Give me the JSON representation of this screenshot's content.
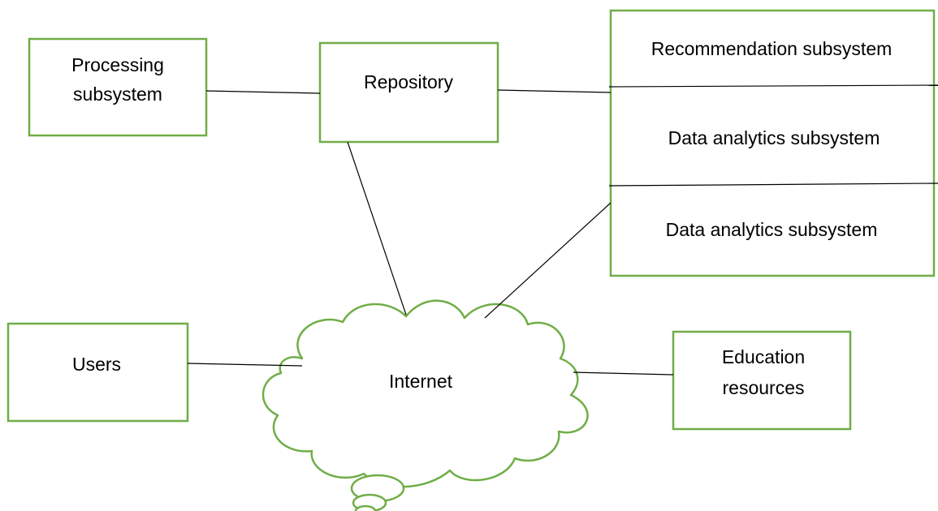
{
  "colors": {
    "box_border": "#70ad47",
    "connector": "#000000",
    "background": "#ffffff"
  },
  "nodes": {
    "processing": {
      "line1": "Processing",
      "line2": "subsystem"
    },
    "repository": {
      "label": "Repository"
    },
    "subsystems": {
      "recommendation": "Recommendation subsystem",
      "analytics_1": "Data analytics subsystem",
      "analytics_2": "Data analytics subsystem"
    },
    "users": {
      "label": "Users"
    },
    "internet": {
      "label": "Internet"
    },
    "education": {
      "line1": "Education",
      "line2": "resources"
    }
  }
}
